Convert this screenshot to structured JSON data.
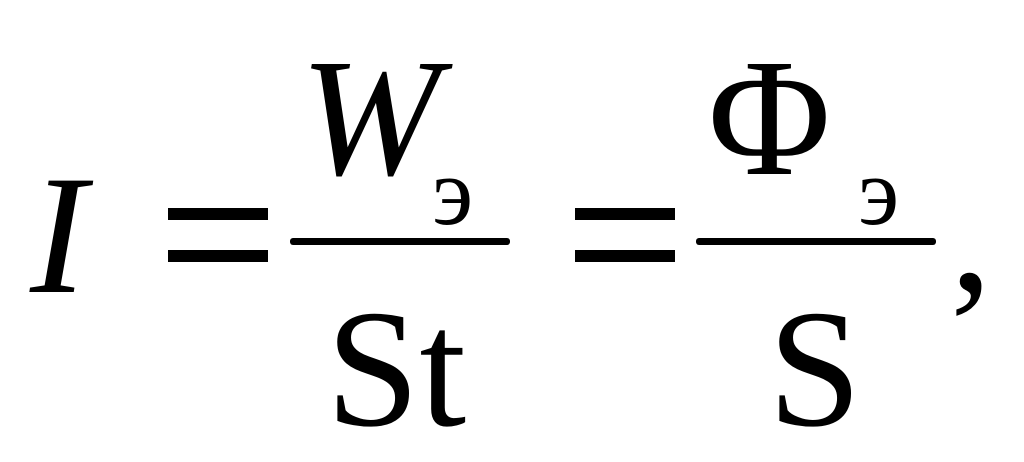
{
  "formula": {
    "lhs": "I",
    "fraction_1": {
      "numerator": "W",
      "numerator_subscript": "э",
      "denominator": "St"
    },
    "fraction_2": {
      "numerator": "Φ",
      "numerator_subscript": "э",
      "denominator": "S"
    },
    "trailing_punctuation": ","
  }
}
